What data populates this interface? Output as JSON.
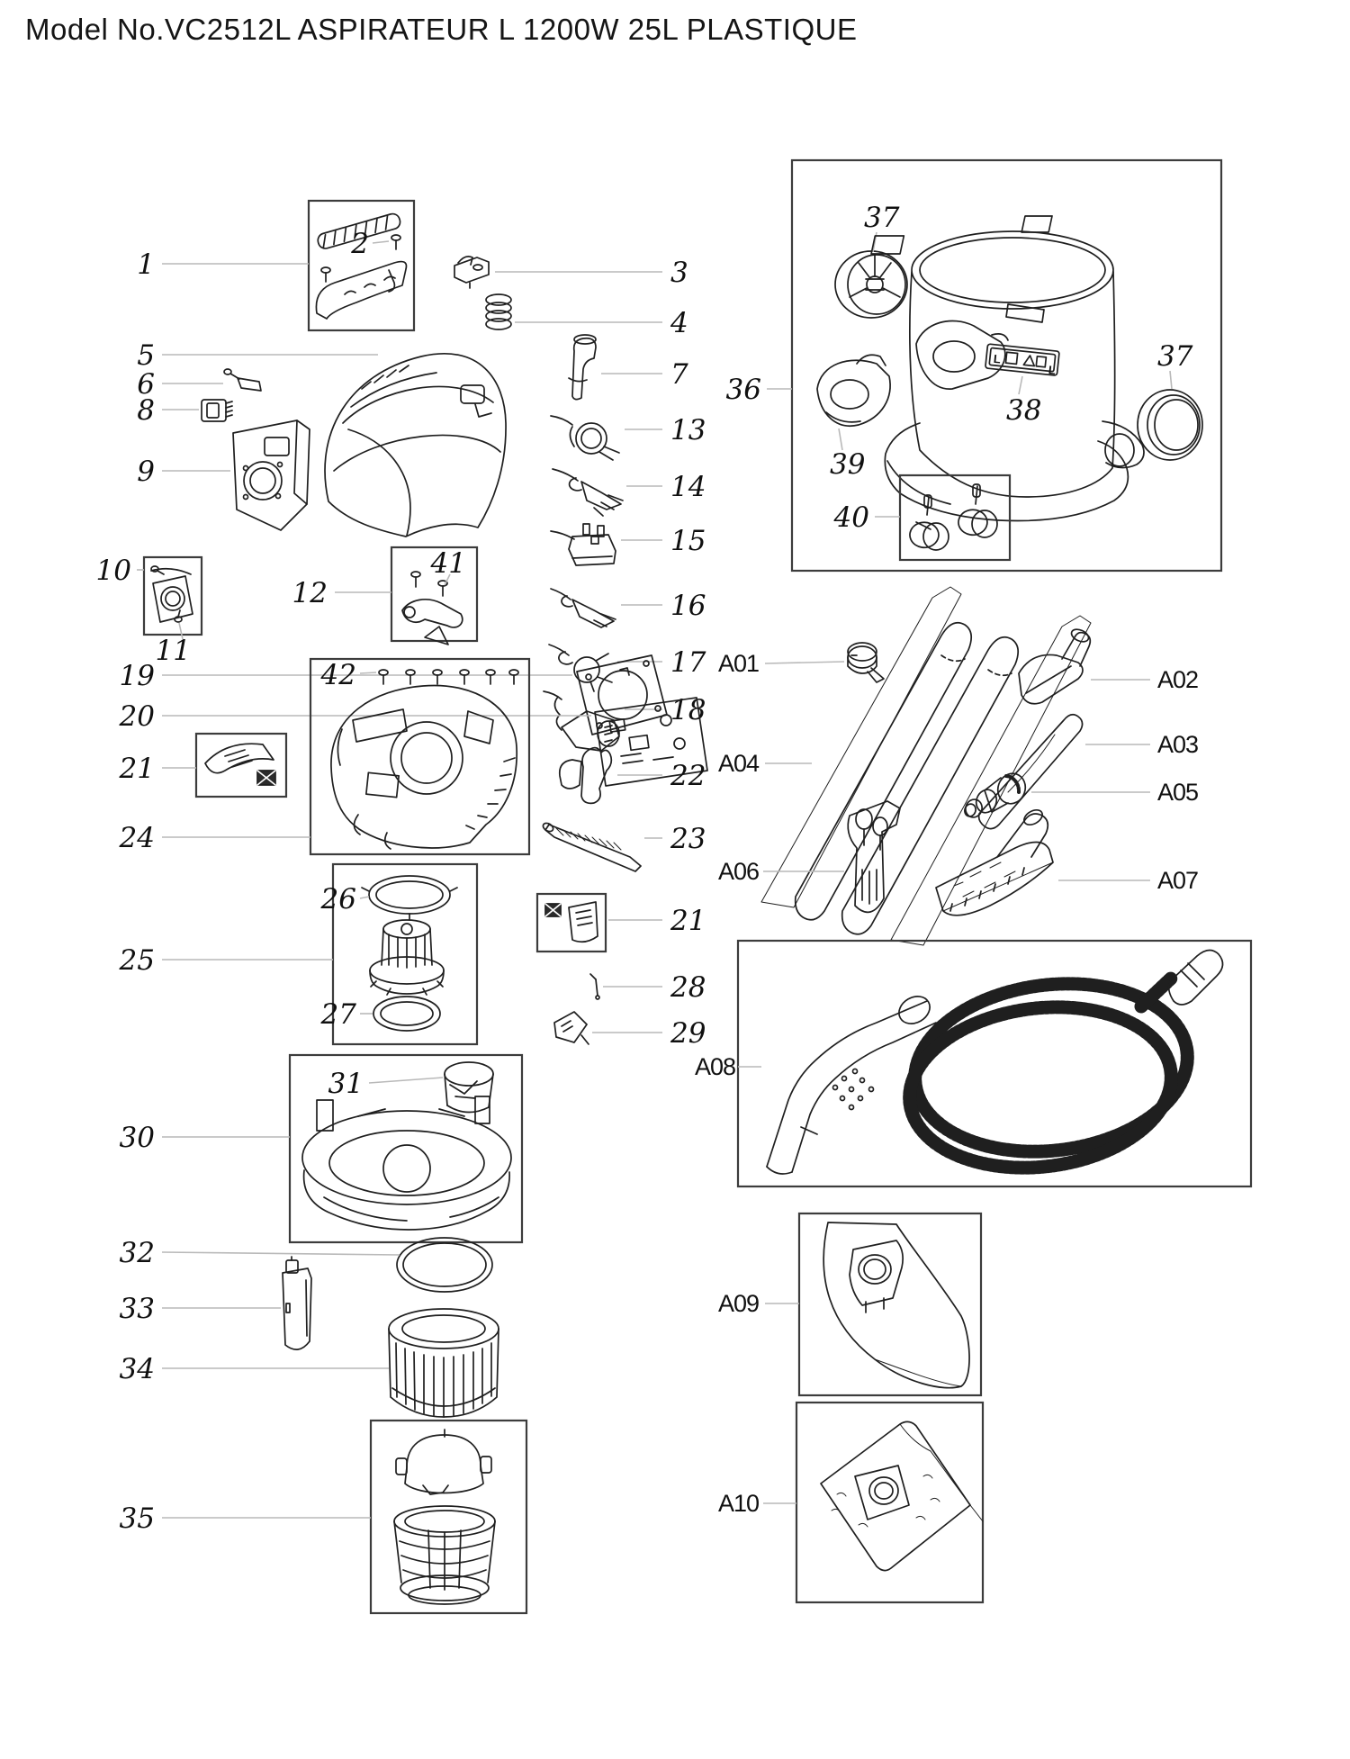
{
  "title": "Model No.VC2512L ASPIRATEUR L 1200W 25L PLASTIQUE",
  "part_labels": {
    "p1": "1",
    "p2": "2",
    "p3": "3",
    "p4": "4",
    "p5": "5",
    "p6": "6",
    "p7": "7",
    "p8": "8",
    "p9": "9",
    "p10": "10",
    "p11": "11",
    "p12": "12",
    "p13": "13",
    "p14": "14",
    "p15": "15",
    "p16": "16",
    "p17": "17",
    "p18": "18",
    "p19": "19",
    "p20": "20",
    "p21": "21",
    "p22": "22",
    "p23": "23",
    "p24": "24",
    "p25": "25",
    "p26": "26",
    "p27": "27",
    "p28": "28",
    "p29": "29",
    "p30": "30",
    "p31": "31",
    "p32": "32",
    "p33": "33",
    "p34": "34",
    "p35": "35",
    "p36": "36",
    "p37": "37",
    "p38": "38",
    "p39": "39",
    "p40": "40",
    "p41": "41",
    "p42": "42"
  },
  "accessory_labels": {
    "a01": "A01",
    "a02": "A02",
    "a03": "A03",
    "a04": "A04",
    "a05": "A05",
    "a06": "A06",
    "a07": "A07",
    "a08": "A08",
    "a09": "A09",
    "a10": "A10"
  },
  "tank_plate": {
    "left_glyph": "L",
    "right_glyph": "L"
  }
}
